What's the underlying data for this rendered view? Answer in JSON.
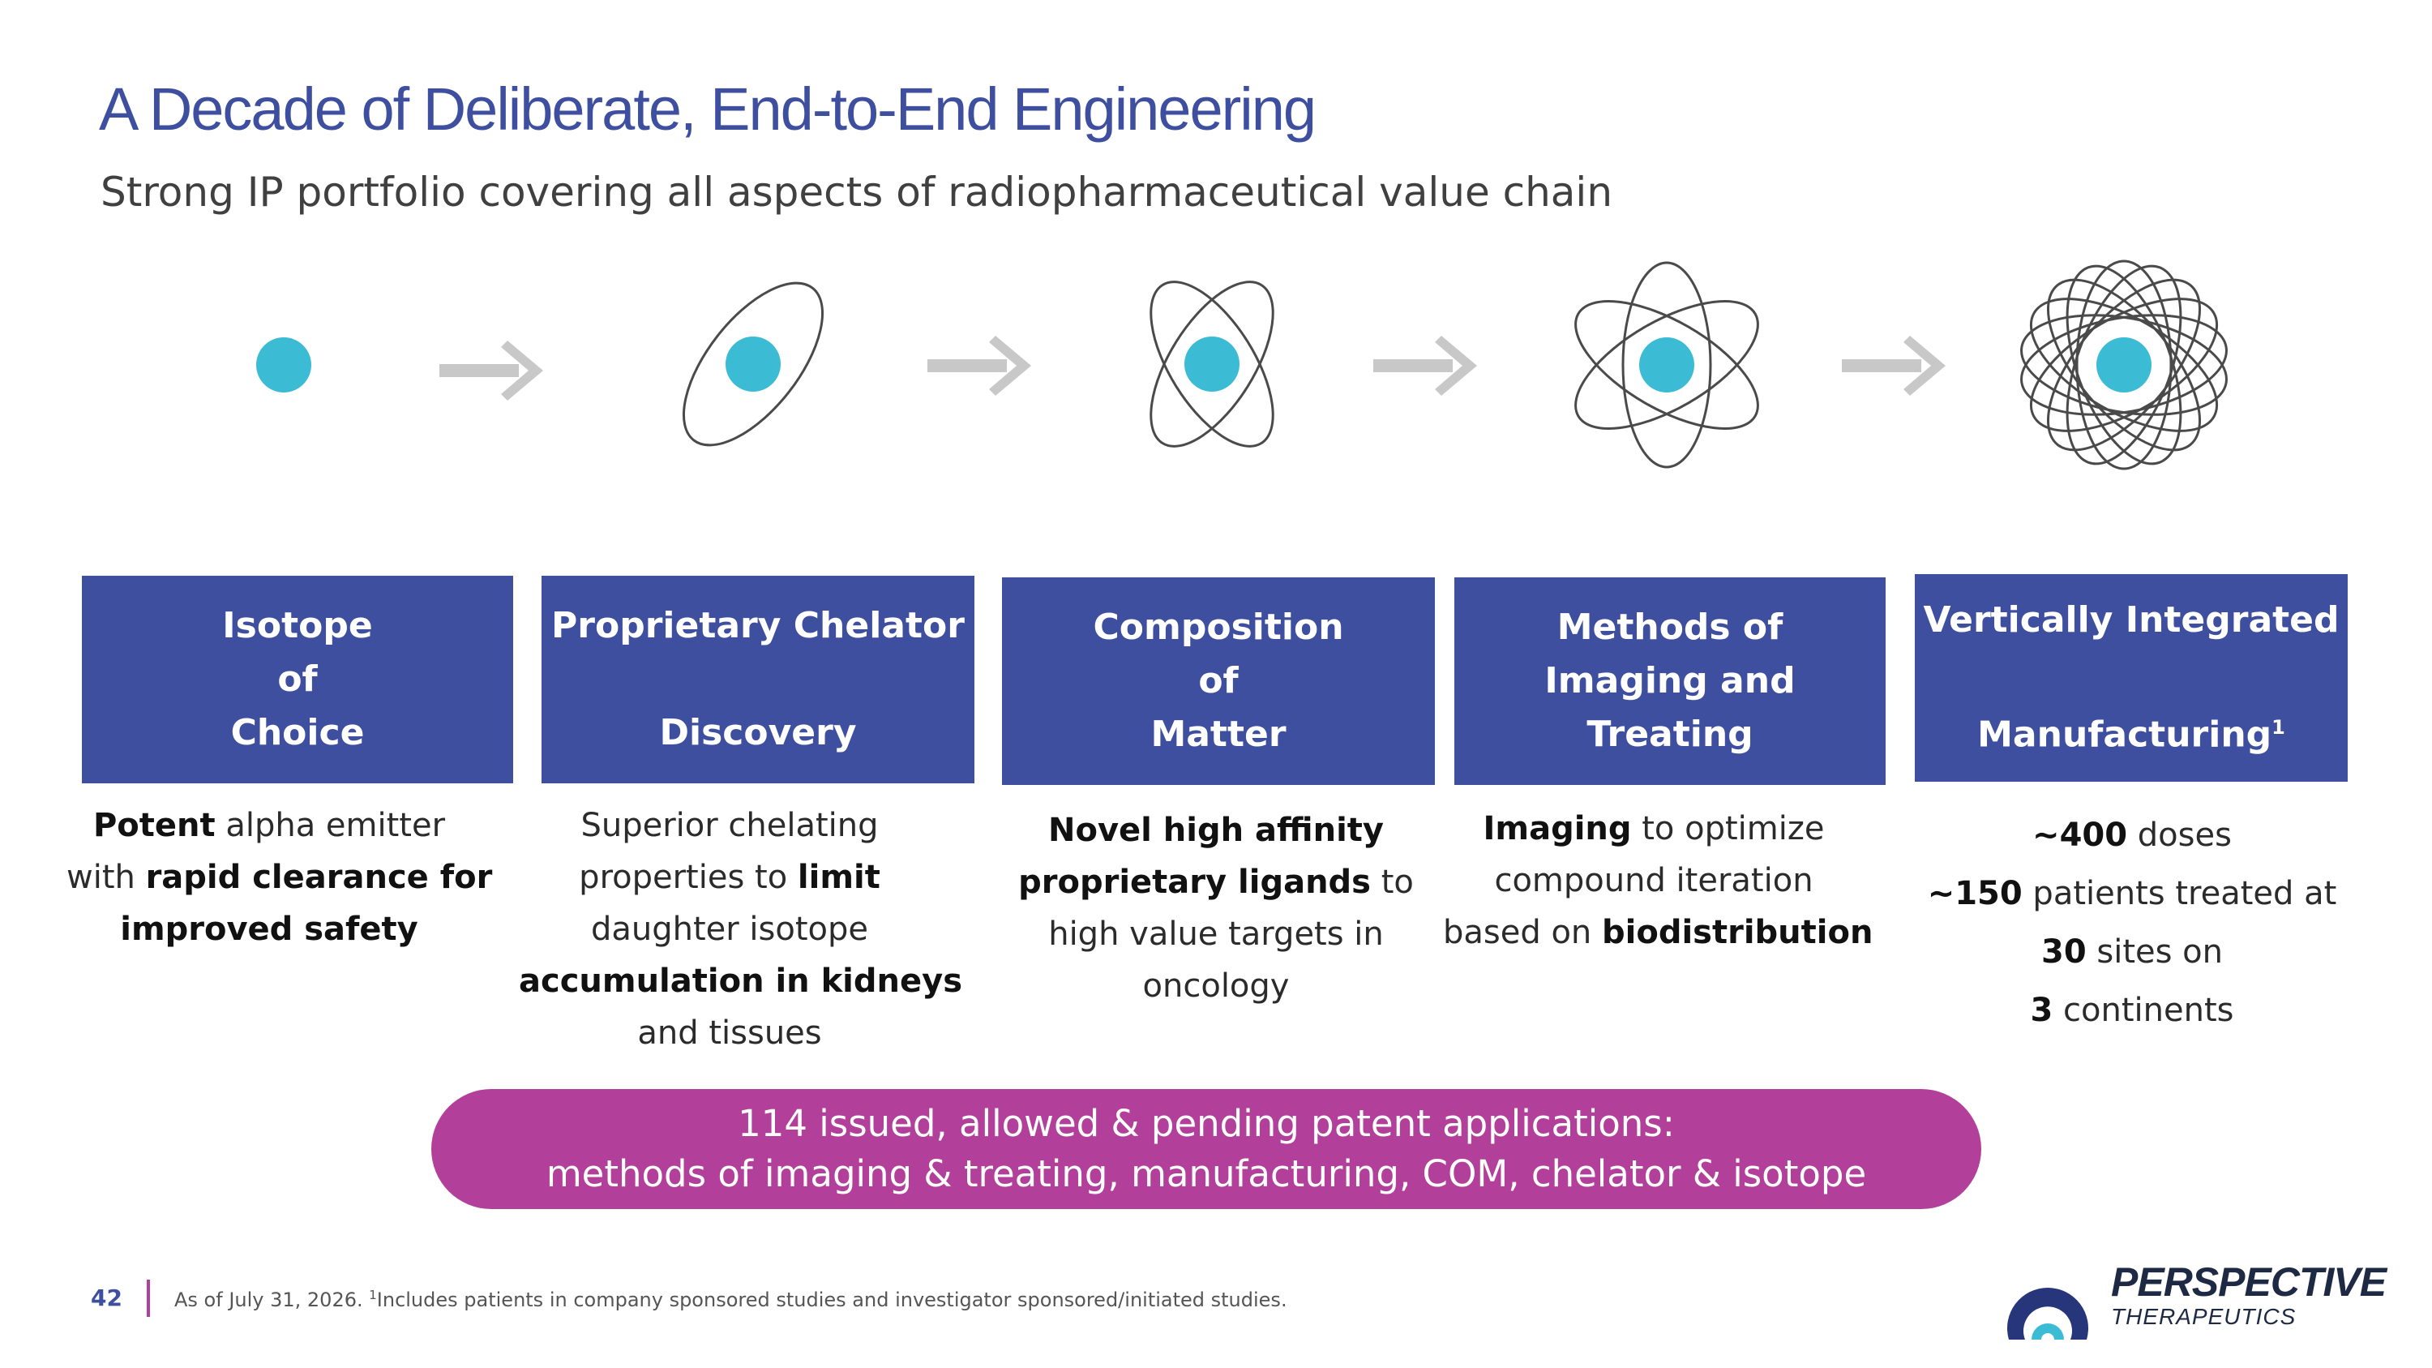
{
  "header": {
    "title": "A Decade of Deliberate, End-to-End Engineering",
    "subtitle": "Strong IP portfolio covering all aspects of radiopharmaceutical value chain"
  },
  "icons": {
    "atom_color": "#3cbcd4",
    "stages": [
      "dot-icon",
      "single-orbit-atom-icon",
      "double-orbit-atom-icon",
      "triple-orbit-atom-icon",
      "multi-orbit-atom-icon"
    ],
    "arrow": "right-arrow-icon"
  },
  "pillars": [
    {
      "heading": [
        "Isotope",
        "of",
        "Choice"
      ],
      "desc": [
        [
          {
            "t": "Potent",
            "b": true
          },
          {
            "t": " alpha emitter",
            "b": false
          }
        ],
        [
          {
            "t": "with ",
            "b": false
          },
          {
            "t": "rapid clearance for",
            "b": true
          }
        ],
        [
          {
            "t": "improved safety",
            "b": true
          }
        ]
      ]
    },
    {
      "heading": [
        "Proprietary Chelator",
        "",
        "Discovery"
      ],
      "desc": [
        [
          {
            "t": "Superior chelating",
            "b": false
          }
        ],
        [
          {
            "t": "properties to ",
            "b": false
          },
          {
            "t": "limit",
            "b": true
          }
        ],
        [
          {
            "t": "daughter isotope",
            "b": false
          }
        ],
        [
          {
            "t": "accumulation in kidneys",
            "b": true
          }
        ],
        [
          {
            "t": "and tissues",
            "b": false
          }
        ]
      ]
    },
    {
      "heading": [
        "Composition",
        "of",
        "Matter"
      ],
      "desc": [
        [
          {
            "t": "Novel high affinity",
            "b": true
          }
        ],
        [
          {
            "t": "proprietary ligands",
            "b": true
          },
          {
            "t": " to",
            "b": false
          }
        ],
        [
          {
            "t": "high value targets in",
            "b": false
          }
        ],
        [
          {
            "t": "oncology",
            "b": false
          }
        ]
      ]
    },
    {
      "heading": [
        "Methods of",
        "Imaging and",
        "Treating"
      ],
      "desc": [
        [
          {
            "t": "Imaging",
            "b": true
          },
          {
            "t": " to optimize",
            "b": false
          }
        ],
        [
          {
            "t": "compound iteration",
            "b": false
          }
        ],
        [
          {
            "t": "based on ",
            "b": false
          },
          {
            "t": "biodistribution",
            "b": true
          }
        ]
      ]
    },
    {
      "heading": [
        "Vertically Integrated",
        "",
        "Manufacturing"
      ],
      "heading_sup": "1",
      "desc": [
        [
          {
            "t": "~400",
            "b": true
          },
          {
            "t": " doses",
            "b": false
          }
        ],
        [
          {
            "t": "~150",
            "b": true
          },
          {
            "t": " patients treated at",
            "b": false
          }
        ],
        [
          {
            "t": "30",
            "b": true
          },
          {
            "t": " sites on",
            "b": false
          }
        ],
        [
          {
            "t": "3",
            "b": true
          },
          {
            "t": " continents",
            "b": false
          }
        ]
      ]
    }
  ],
  "banner": {
    "line1": "114 issued, allowed & pending patent applications:",
    "line2": "methods of imaging & treating, manufacturing, COM, chelator & isotope"
  },
  "footer": {
    "page_number": "42",
    "footnote_text": "As of July 31, 2026. ",
    "footnote_sup": "1",
    "footnote_rest": "Includes patients in company sponsored studies and investigator sponsored/initiated studies.",
    "logo_name": "PERSPECTIVE",
    "logo_sub": "THERAPEUTICS"
  }
}
